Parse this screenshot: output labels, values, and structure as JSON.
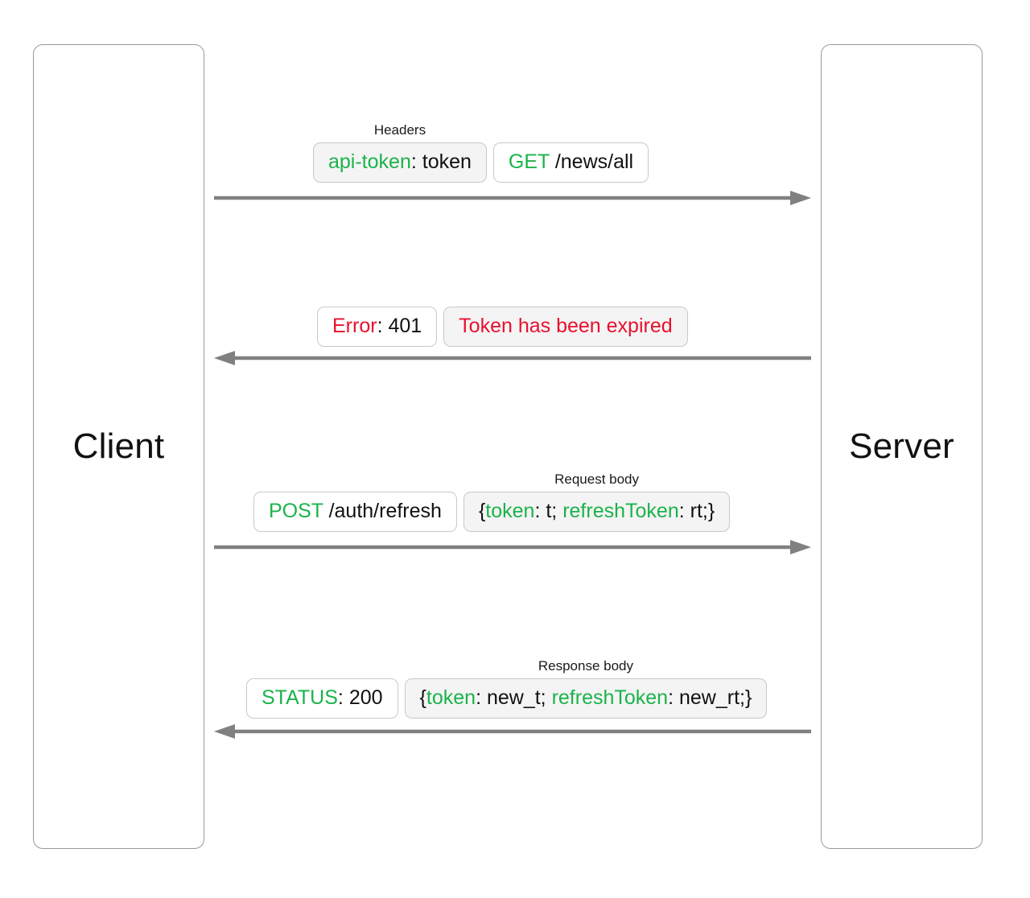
{
  "diagram": {
    "type": "sequence-diagram",
    "background": "#ffffff",
    "colors": {
      "green": "#1bb34a",
      "red": "#e8112d",
      "dark": "#111111",
      "arrow": "#808080",
      "box_border": "#c9c9c9",
      "box_fill": "#f4f4f4",
      "lifeline_border": "#9a9a9a"
    }
  },
  "lifelines": [
    {
      "id": "client",
      "label": "Client"
    },
    {
      "id": "server",
      "label": "Server"
    }
  ],
  "messages": [
    {
      "id": "m1",
      "direction": "client-to-server",
      "caption": "Headers",
      "chips": [
        {
          "fill": "filled",
          "parts": [
            {
              "text": "api-token",
              "color": "green"
            },
            {
              "text": ": token",
              "color": "dark"
            }
          ]
        },
        {
          "fill": "plain",
          "parts": [
            {
              "text": "GET",
              "color": "green"
            },
            {
              "text": " /news/all",
              "color": "dark"
            }
          ]
        }
      ]
    },
    {
      "id": "m2",
      "direction": "server-to-client",
      "caption": "",
      "chips": [
        {
          "fill": "plain",
          "parts": [
            {
              "text": "Error",
              "color": "red"
            },
            {
              "text": ": 401",
              "color": "dark"
            }
          ]
        },
        {
          "fill": "filled",
          "parts": [
            {
              "text": "Token has been expired",
              "color": "red"
            }
          ]
        }
      ]
    },
    {
      "id": "m3",
      "direction": "client-to-server",
      "caption": "Request body",
      "chips": [
        {
          "fill": "plain",
          "parts": [
            {
              "text": "POST",
              "color": "green"
            },
            {
              "text": " /auth/refresh",
              "color": "dark"
            }
          ]
        },
        {
          "fill": "filled",
          "parts": [
            {
              "text": "{",
              "color": "dark"
            },
            {
              "text": "token",
              "color": "green"
            },
            {
              "text": ": t; ",
              "color": "dark"
            },
            {
              "text": "refreshToken",
              "color": "green"
            },
            {
              "text": ": rt;}",
              "color": "dark"
            }
          ]
        }
      ]
    },
    {
      "id": "m4",
      "direction": "server-to-client",
      "caption": "Response body",
      "chips": [
        {
          "fill": "plain",
          "parts": [
            {
              "text": "STATUS",
              "color": "green"
            },
            {
              "text": ": 200",
              "color": "dark"
            }
          ]
        },
        {
          "fill": "filled",
          "parts": [
            {
              "text": "{",
              "color": "dark"
            },
            {
              "text": "token",
              "color": "green"
            },
            {
              "text": ": new_t; ",
              "color": "dark"
            },
            {
              "text": "refreshToken",
              "color": "green"
            },
            {
              "text": ": new_rt;}",
              "color": "dark"
            }
          ]
        }
      ]
    }
  ]
}
